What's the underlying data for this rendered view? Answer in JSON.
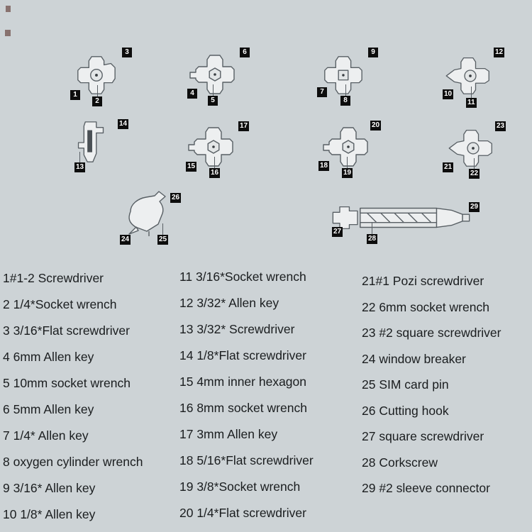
{
  "background_color": "#cdd3d6",
  "badges": [
    "1",
    "2",
    "3",
    "4",
    "5",
    "6",
    "7",
    "8",
    "9",
    "10",
    "11",
    "12",
    "13",
    "14",
    "15",
    "16",
    "17",
    "18",
    "19",
    "20",
    "21",
    "22",
    "23",
    "24",
    "25",
    "26",
    "27",
    "28",
    "29"
  ],
  "legend": {
    "col1": [
      "1#1-2 Screwdriver",
      "2 1/4*Socket wrench",
      "3 3/16*Flat screwdriver",
      "4 6mm Allen key",
      "5 10mm socket wrench",
      "6 5mm Allen key",
      "7 1/4* Allen key",
      "8 oxygen cylinder wrench",
      "9 3/16* Allen key",
      "10 1/8* Allen key"
    ],
    "col2": [
      "11 3/16*Socket wrench",
      "12 3/32* Allen key",
      "13 3/32* Screwdriver",
      "14 1/8*Flat screwdriver",
      "15 4mm inner hexagon",
      "16 8mm socket wrench",
      "17 3mm Allen key",
      "18 5/16*Flat screwdriver",
      "19 3/8*Socket wrench",
      "20 1/4*Flat screwdriver"
    ],
    "col3": [
      "21#1 Pozi screwdriver",
      "22 6mm socket wrench",
      "23 #2 square screwdriver",
      "24 window breaker",
      "25 SIM card pin",
      "26 Cutting hook",
      "27 square screwdriver",
      "28 Corkscrew",
      "29 #2 sleeve connector"
    ]
  },
  "colors": {
    "tool_fill": "#edeff0",
    "tool_stroke": "#585f64",
    "badge_bg": "#0d0d0d",
    "text": "#1a1d1f"
  }
}
